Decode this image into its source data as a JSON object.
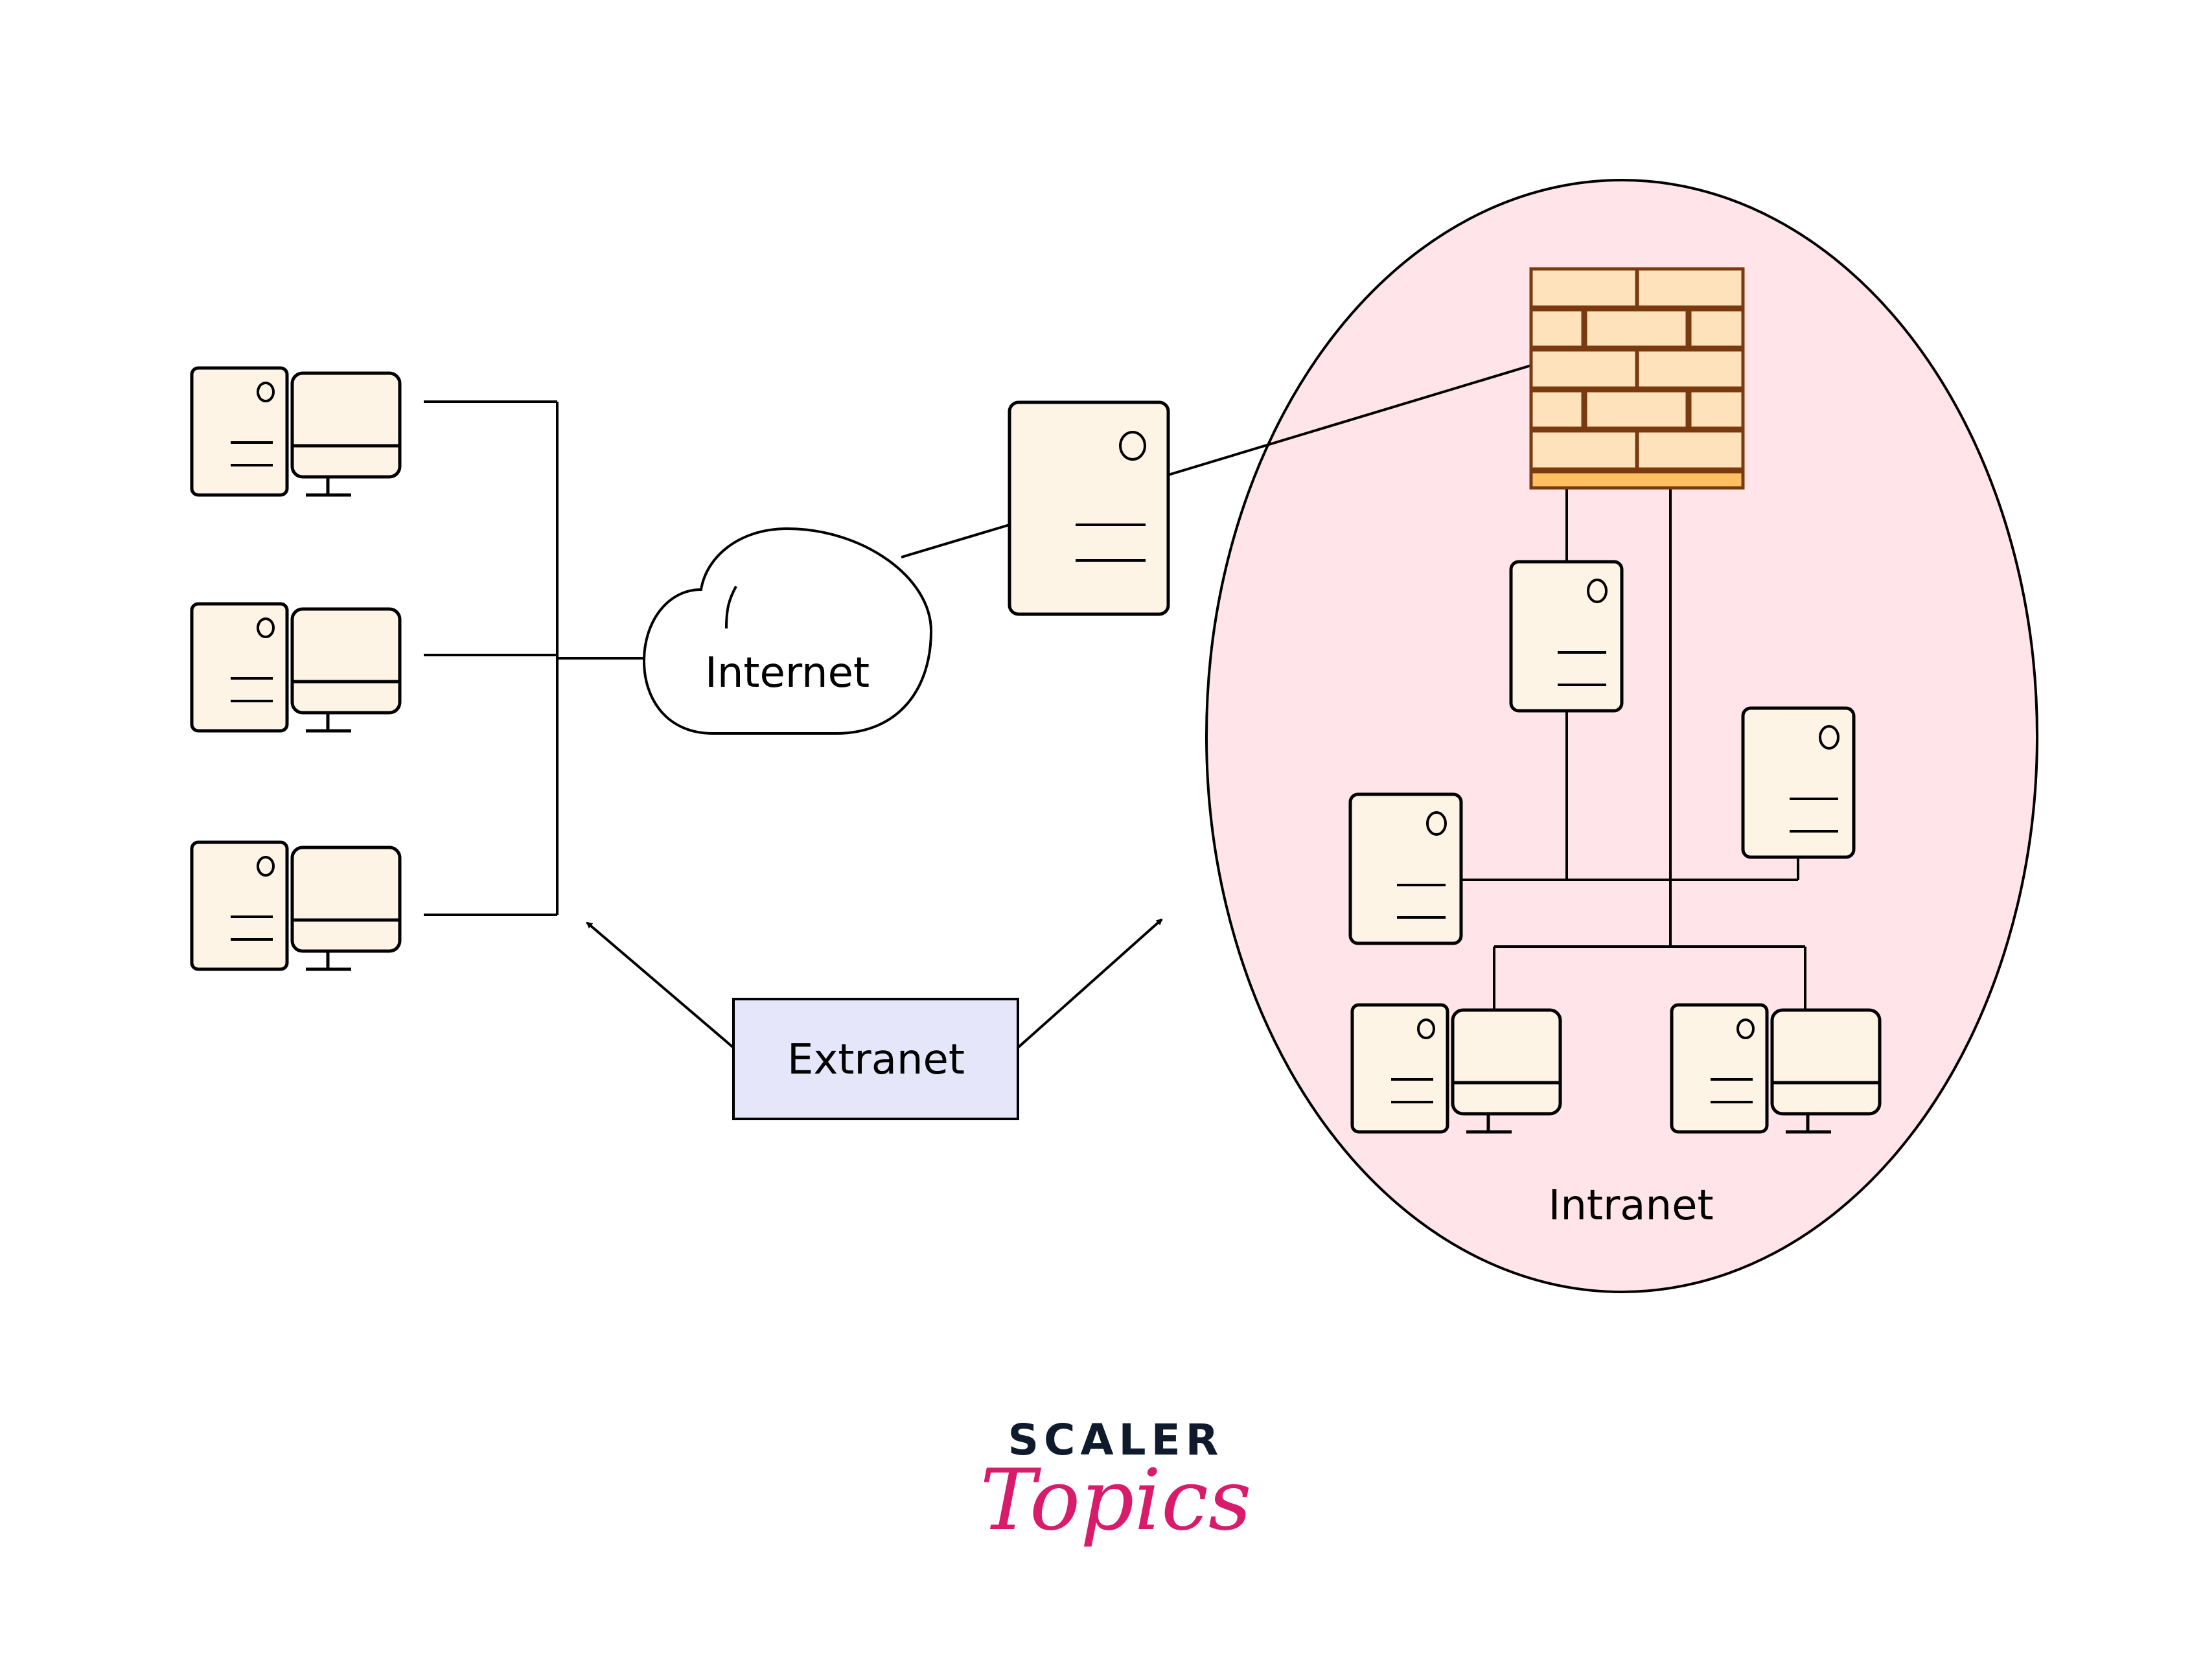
{
  "diagram": {
    "title": "Internet, Intranet and Extranet",
    "labels": {
      "internet": "Internet",
      "extranet": "Extranet",
      "intranet": "Intranet"
    },
    "nodes": [
      {
        "id": "client-1",
        "type": "desktop-computer",
        "group": "external"
      },
      {
        "id": "client-2",
        "type": "desktop-computer",
        "group": "external"
      },
      {
        "id": "client-3",
        "type": "desktop-computer",
        "group": "external"
      },
      {
        "id": "internet",
        "type": "cloud",
        "label": "Internet"
      },
      {
        "id": "gateway-server",
        "type": "server",
        "group": "external"
      },
      {
        "id": "firewall",
        "type": "firewall",
        "group": "intranet"
      },
      {
        "id": "intranet-server-1",
        "type": "server",
        "group": "intranet"
      },
      {
        "id": "intranet-server-2",
        "type": "server",
        "group": "intranet"
      },
      {
        "id": "intranet-server-3",
        "type": "server",
        "group": "intranet"
      },
      {
        "id": "intranet-pc-1",
        "type": "desktop-computer",
        "group": "intranet"
      },
      {
        "id": "intranet-pc-2",
        "type": "desktop-computer",
        "group": "intranet"
      },
      {
        "id": "extranet",
        "type": "box",
        "label": "Extranet"
      }
    ],
    "edges": [
      [
        "client-1",
        "internet"
      ],
      [
        "client-2",
        "internet"
      ],
      [
        "client-3",
        "internet"
      ],
      [
        "internet",
        "gateway-server"
      ],
      [
        "gateway-server",
        "firewall"
      ],
      [
        "firewall",
        "intranet-server-1"
      ],
      [
        "firewall",
        "intranet-server-2"
      ],
      [
        "firewall",
        "intranet-server-3"
      ],
      [
        "firewall",
        "intranet-pc-1"
      ],
      [
        "firewall",
        "intranet-pc-2"
      ],
      [
        "extranet",
        "client-bus",
        "arrow"
      ],
      [
        "extranet",
        "intranet",
        "arrow"
      ]
    ]
  },
  "colors": {
    "device_fill": "#fdf4e6",
    "intranet_fill": "#ffe4e9",
    "extranet_fill": "#e6e6fb",
    "brick_fill": "#fde2bb",
    "brick_stroke": "#7a3a10",
    "firewall_base": "#ffc062",
    "logo_dark": "#0f1b2d",
    "logo_pink": "#d81b6a"
  },
  "logo": {
    "line1": "SCALER",
    "line2": "Topics"
  }
}
